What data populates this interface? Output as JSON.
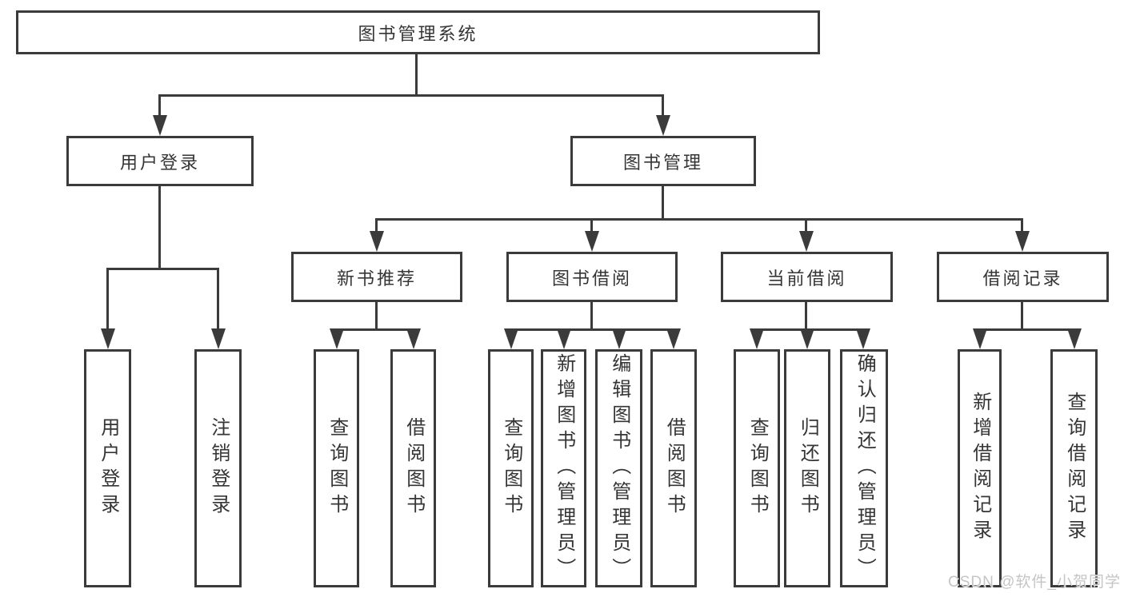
{
  "tree": {
    "label": "图书管理系统",
    "children": [
      {
        "label": "用户登录",
        "children": [
          {
            "label": "用户登录"
          },
          {
            "label": "注销登录"
          }
        ]
      },
      {
        "label": "图书管理",
        "children": [
          {
            "label": "新书推荐",
            "children": [
              {
                "label": "查询图书"
              },
              {
                "label": "借阅图书"
              }
            ]
          },
          {
            "label": "图书借阅",
            "children": [
              {
                "label": "查询图书"
              },
              {
                "label": "新增图书（管理员）"
              },
              {
                "label": "编辑图书（管理员）"
              },
              {
                "label": "借阅图书"
              }
            ]
          },
          {
            "label": "当前借阅",
            "children": [
              {
                "label": "查询图书"
              },
              {
                "label": "归还图书"
              },
              {
                "label": "确认归还（管理员）"
              }
            ]
          },
          {
            "label": "借阅记录",
            "children": [
              {
                "label": "新增借阅记录"
              },
              {
                "label": "查询借阅记录"
              }
            ]
          }
        ]
      }
    ]
  },
  "watermark": {
    "text": "CSDN @软件_小贺同学"
  },
  "colors": {
    "line": "#3b3b3b",
    "text": "#353535",
    "background": "#ffffff",
    "watermark": "#c5c5c5"
  }
}
